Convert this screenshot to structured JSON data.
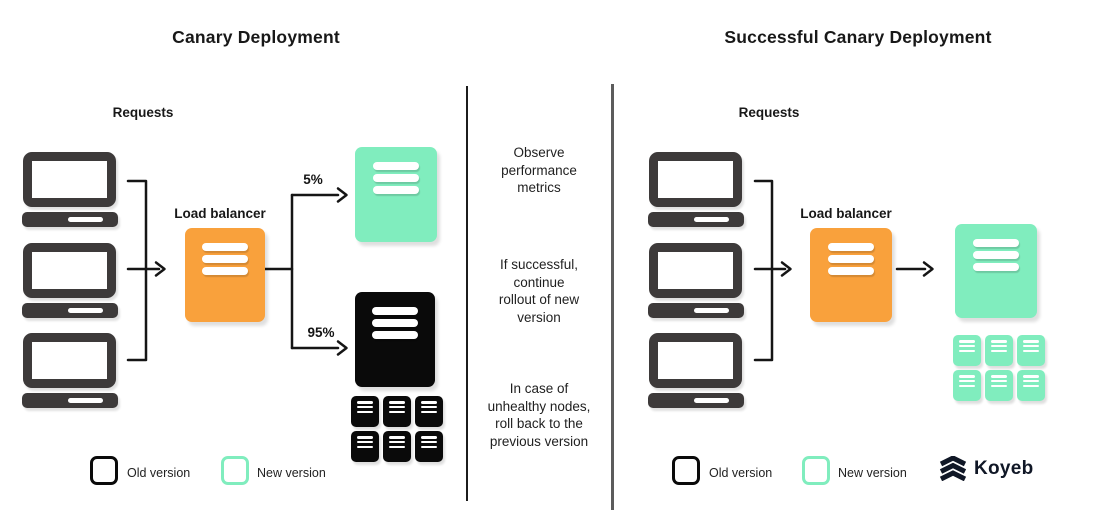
{
  "diagram": {
    "left": {
      "title": "Canary Deployment",
      "requests_label": "Requests",
      "load_balancer_label": "Load balancer",
      "canary_traffic_percent": "5%",
      "stable_traffic_percent": "95%"
    },
    "notes": {
      "observe": "Observe\nperformance\nmetrics",
      "continue": "If successful,\ncontinue\nrollout of new\nversion",
      "rollback": "In case of\nunhealthy nodes,\nroll back to the\nprevious version"
    },
    "right": {
      "title": "Successful Canary Deployment",
      "requests_label": "Requests",
      "load_balancer_label": "Load balancer"
    },
    "legend": {
      "old_label": "Old version",
      "new_label": "New version"
    },
    "brand": {
      "name": "Koyeb"
    },
    "colors": {
      "load_balancer_orange": "#F9A13C",
      "new_version_mint": "#80EDBE",
      "old_version_black": "#0A0A0A",
      "client_dark_gray": "#3D3A3A",
      "koyeb_navy": "#101726"
    },
    "icons": {
      "client": "laptop-icon",
      "load_balancer": "server-box-icon",
      "version_node": "server-box-icon",
      "brand_mark": "koyeb-chevrons-icon"
    }
  }
}
